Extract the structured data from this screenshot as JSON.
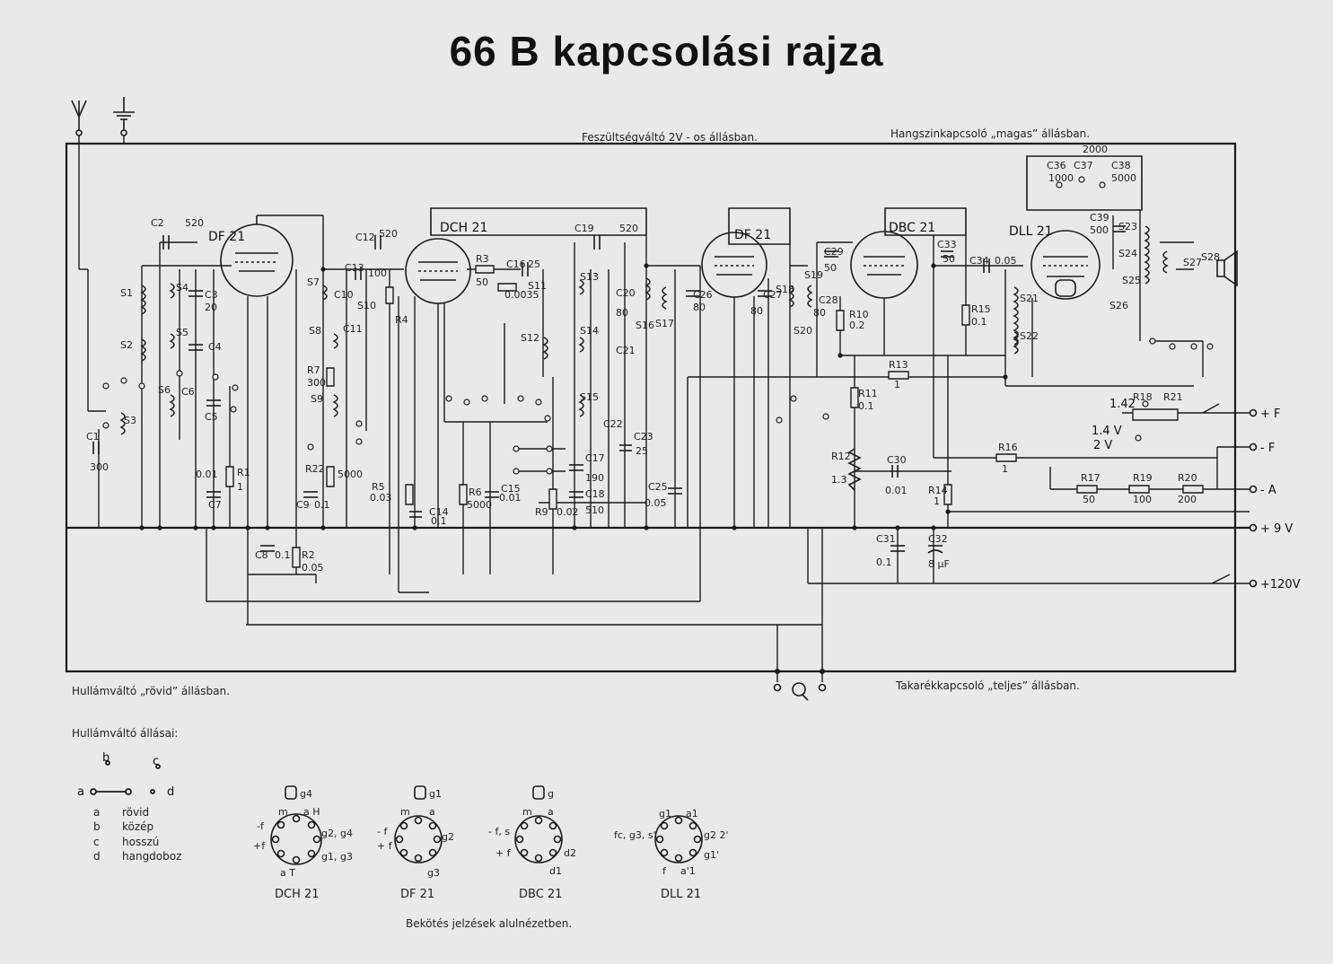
{
  "title": "66 B  kapcsolási  rajza",
  "notes": {
    "voltage_switch": "Feszültségváltó  2V - os  állásban.",
    "tone_switch": "Hangszinkapcsoló „magas” állásban.",
    "wave_switch": "Hullámváltó „rövid” állásban.",
    "economy_switch": "Takarékkapcsoló „teljes” állásban.",
    "pinout_caption": "Bekötés  jelzések  alulnézetben."
  },
  "tubes": [
    "DF 21",
    "DCH 21",
    "DF 21",
    "DBC 21",
    "DLL 21"
  ],
  "terminals": [
    "+ F",
    "- F",
    "- A",
    "+ 9 V",
    "+120V"
  ],
  "filament": {
    "v14": "1.4 V",
    "v2": "2 V",
    "r142": "1.42"
  },
  "components": {
    "C2": "C2",
    "C2v": "520",
    "C3": "C3",
    "C3v": "20",
    "C4": "C4",
    "C5": "C5",
    "C6": "C6",
    "C1": "C1",
    "C1v": "300",
    "C7": "C7",
    "C7v": "0.01",
    "C8": "C8",
    "C8v": "0.1",
    "C9": "C9",
    "C9v": "0.1",
    "C10": "C10",
    "C11": "C11",
    "C12": "C12",
    "C12v": "520",
    "C13": "C13",
    "C13v": "100",
    "C14": "C14",
    "C14v": "0.1",
    "C15": "C15",
    "C15v": "0.01",
    "C16": "C16",
    "C16v": "25",
    "C17": "C17",
    "C17v": "190",
    "C18": "C18",
    "C18v": "510",
    "C19": "C19",
    "C19v": "520",
    "C20": "C20",
    "C20v": "80",
    "C21": "C21",
    "C22": "C22",
    "C23": "C23",
    "C23v": "25",
    "C25": "C25",
    "C25v": "0.05",
    "C26": "C26",
    "C26v": "80",
    "C27": "C27",
    "C27v": "80",
    "C28": "C28",
    "C28v": "80",
    "C29": "C29",
    "C29v": "50",
    "C30": "C30",
    "C30v": "0.01",
    "C31": "C31",
    "C31v": "0.1",
    "C32": "C32",
    "C32v": "8 µF",
    "C33": "C33",
    "C33v": "50",
    "C34": "C34",
    "C34v": "0.05",
    "C36": "C36",
    "C36v": "1000",
    "C37": "C37",
    "C37v": "2000",
    "C38": "C38",
    "C38v": "5000",
    "C39": "C39",
    "C39v": "500",
    "R1": "R1",
    "R1v": "1",
    "R2": "R2",
    "R2v": "0.05",
    "R3": "R3",
    "R3v": "50",
    "R4": "R4",
    "R5": "R5",
    "R5v": "0.03",
    "R6": "R6",
    "R6v": "5000",
    "R7": "R7",
    "R7v": "300",
    "R9": "R9",
    "R9v": "0.02",
    "R10": "R10",
    "R10v": "0.2",
    "R11": "R11",
    "R11v": "0.1",
    "R12": "R12",
    "R12v": "1.3",
    "R13": "R13",
    "R13v": "1",
    "R14": "R14",
    "R14v": "1",
    "R15": "R15",
    "R15v": "0.1",
    "R16": "R16",
    "R16v": "1",
    "R17": "R17",
    "R17v": "50",
    "R18": "R18",
    "R19": "R19",
    "R19v": "100",
    "R20": "R20",
    "R20v": "200",
    "R21": "R21",
    "R22": "R22",
    "R22v": "5000",
    "R0035": "0.0035",
    "S1": "S1",
    "S2": "S2",
    "S3": "S3",
    "S4": "S4",
    "S5": "S5",
    "S6": "S6",
    "S7": "S7",
    "S8": "S8",
    "S9": "S9",
    "S10": "S10",
    "S11": "S11",
    "S12": "S12",
    "S13": "S13",
    "S14": "S14",
    "S15": "S15",
    "S16": "S16",
    "S17": "S17",
    "S18": "S18",
    "S19": "S19",
    "S20": "S20",
    "S21": "S21",
    "S22": "S22",
    "S23": "S23",
    "S24": "S24",
    "S25": "S25",
    "S26": "S26",
    "S27": "S27",
    "S28": "S28"
  },
  "wave_positions": {
    "heading": "Hullámváltó  állásai:",
    "b": "b",
    "c": "c",
    "a": "a",
    "d": "d",
    "items": [
      {
        "key": "a",
        "text": "rövid"
      },
      {
        "key": "b",
        "text": "közép"
      },
      {
        "key": "c",
        "text": "hosszú"
      },
      {
        "key": "d",
        "text": "hangdoboz"
      }
    ]
  },
  "pinouts": [
    {
      "name": "DCH 21",
      "top": "g4",
      "pins": [
        "m",
        "a H",
        "-f",
        "g2, g4",
        "+f",
        "g1, g3",
        "a T"
      ]
    },
    {
      "name": "DF 21",
      "top": "g1",
      "pins": [
        "m",
        "a",
        "- f",
        "g2",
        "+ f",
        "g3"
      ]
    },
    {
      "name": "DBC 21",
      "top": "g",
      "pins": [
        "m",
        "a",
        "- f, s",
        "+ f",
        "d2",
        "d1"
      ]
    },
    {
      "name": "DLL 21",
      "top": "",
      "pins": [
        "g1",
        "a1",
        "fc, g3, s'",
        "g2 2'",
        "g1'",
        "f",
        "a'1"
      ]
    }
  ]
}
